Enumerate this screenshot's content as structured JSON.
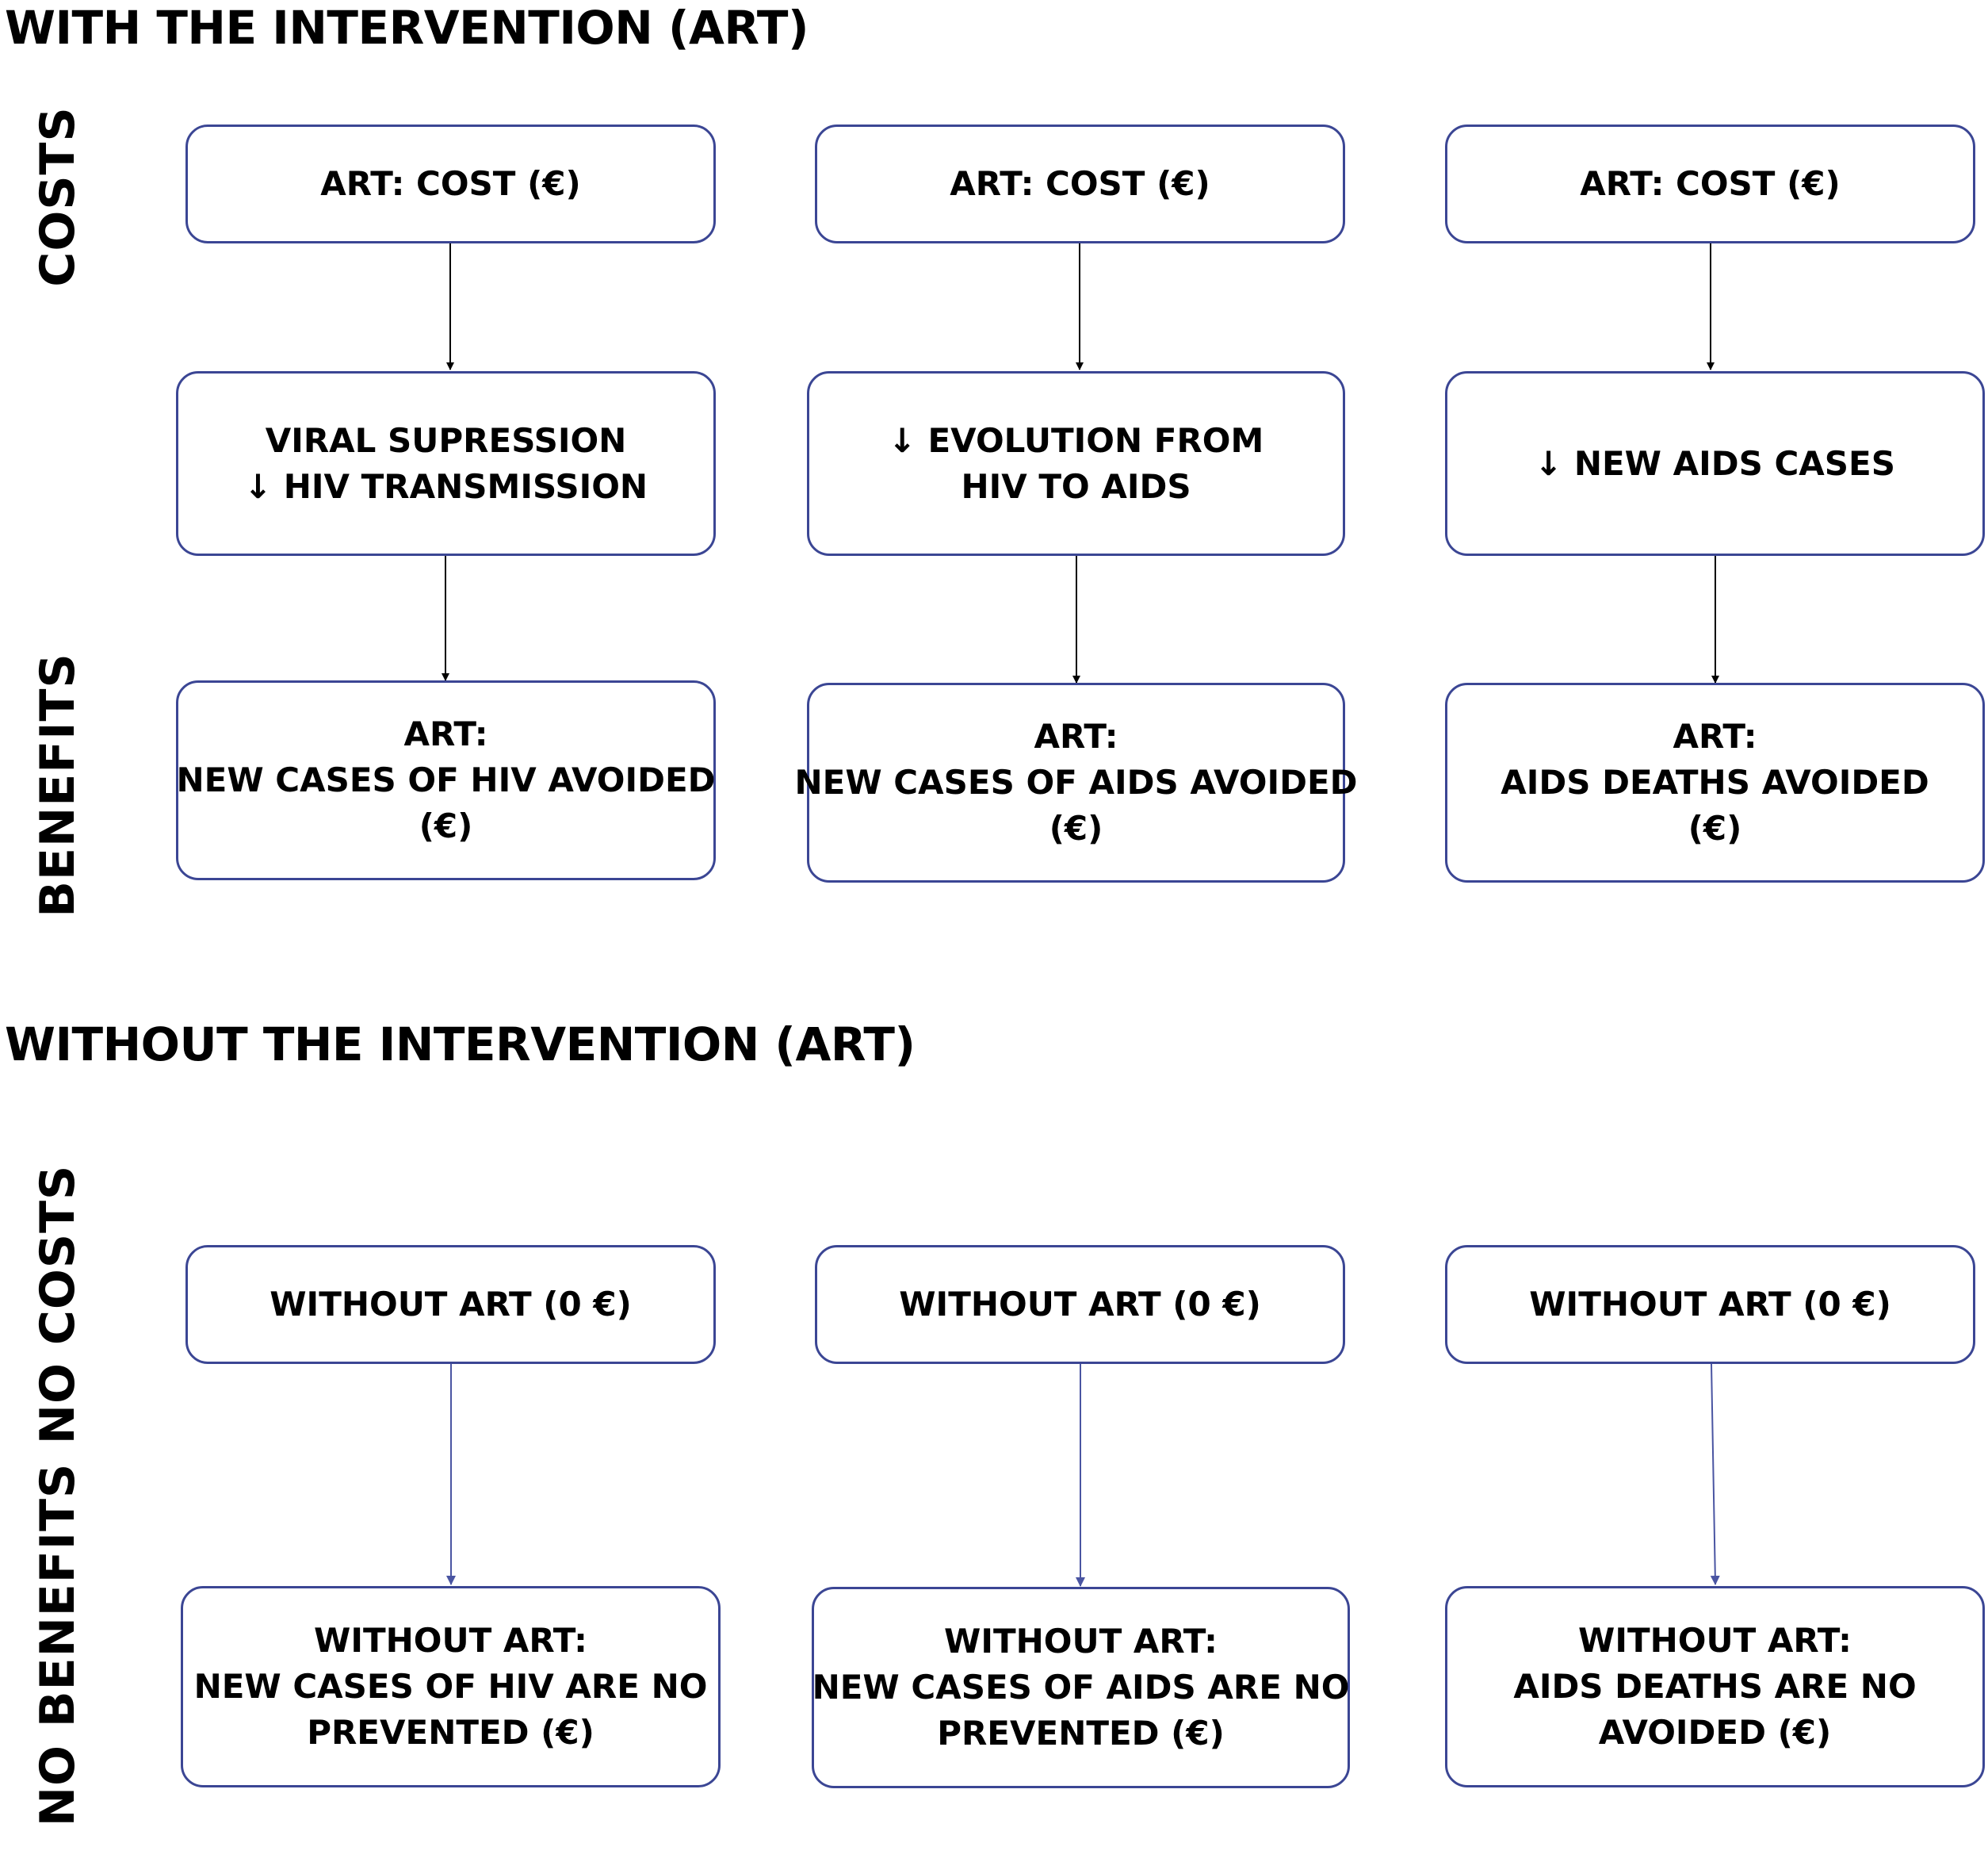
{
  "with_section": {
    "title": "WITH THE INTERVENTION (ART)",
    "costs_label": "COSTS",
    "benefits_label": "BENEFITS",
    "cost_boxes": [
      {
        "line1": "ART: COST (€)"
      },
      {
        "line1": "ART: COST (€)"
      },
      {
        "line1": "ART: COST (€)"
      }
    ],
    "effect_boxes": [
      {
        "line1": "VIRAL SUPRESSION",
        "line2": "↓ HIV TRANSMISSION"
      },
      {
        "line1": "↓ EVOLUTION FROM",
        "line2": "HIV TO AIDS"
      },
      {
        "line1": "↓ NEW AIDS CASES"
      }
    ],
    "benefit_boxes": [
      {
        "line1": "ART:",
        "line2": "NEW CASES OF HIV AVOIDED",
        "line3": "(€)"
      },
      {
        "line1": "ART:",
        "line2": "NEW CASES OF AIDS AVOIDED",
        "line3": "(€)"
      },
      {
        "line1": "ART:",
        "line2": "AIDS DEATHS AVOIDED",
        "line3": "(€)"
      }
    ]
  },
  "without_section": {
    "title": "WITHOUT THE INTERVENTION (ART)",
    "costs_label": "NO COSTS",
    "benefits_label": "NO BENEFITS",
    "cost_boxes": [
      {
        "line1": "WITHOUT ART (0 €)"
      },
      {
        "line1": "WITHOUT ART (0 €)"
      },
      {
        "line1": "WITHOUT ART (0 €)"
      }
    ],
    "benefit_boxes": [
      {
        "line1": "WITHOUT ART:",
        "line2": "NEW CASES OF HIV ARE NO",
        "line3": "PREVENTED (€)"
      },
      {
        "line1": "WITHOUT ART:",
        "line2": "NEW CASES OF AIDS ARE NO",
        "line3": "PREVENTED (€)"
      },
      {
        "line1": "WITHOUT ART:",
        "line2": "AIDS DEATHS ARE NO",
        "line3": "AVOIDED (€)"
      }
    ]
  },
  "colors": {
    "box_border": "#3b4694",
    "arrow_with": "#000000",
    "arrow_without": "#4a55a2"
  }
}
